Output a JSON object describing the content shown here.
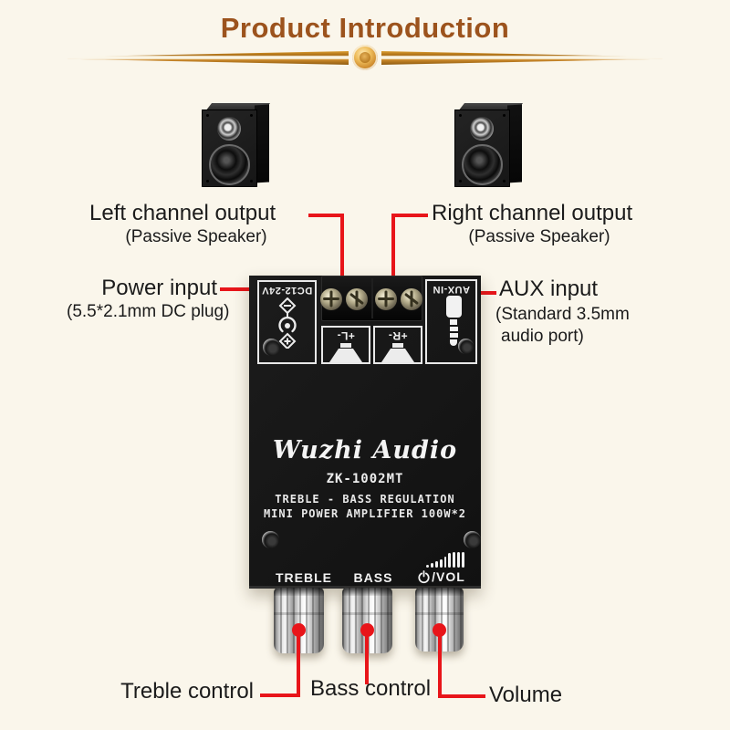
{
  "title": "Product Introduction",
  "labels": {
    "left_output": {
      "main": "Left channel output",
      "sub": "(Passive Speaker)"
    },
    "right_output": {
      "main": "Right channel output",
      "sub": "(Passive Speaker)"
    },
    "power": {
      "main": "Power input",
      "sub": "(5.5*2.1mm DC plug)"
    },
    "aux": {
      "main": "AUX input",
      "sub1": "(Standard 3.5mm",
      "sub2": "audio port)"
    },
    "treble": "Treble control",
    "bass": "Bass control",
    "volume": "Volume"
  },
  "board": {
    "power_port": "DC12-24V",
    "aux_port": "AUX-IN",
    "left_terminal": "+L-",
    "right_terminal": "+R-",
    "brand": "Wuzhi Audio",
    "model": "ZK-1002MT",
    "desc1": "TREBLE - BASS REGULATION",
    "desc2": "MINI POWER AMPLIFIER 100W*2",
    "treble_knob": "TREBLE",
    "bass_knob": "BASS",
    "vol_knob": "/VOL"
  },
  "colors": {
    "background": "#faf6eb",
    "title_brown": "#9c531d",
    "accent_red": "#e8151a",
    "gold": "#cd8a2b",
    "board_black": "#161616",
    "text_dark": "#1b1b1b"
  }
}
